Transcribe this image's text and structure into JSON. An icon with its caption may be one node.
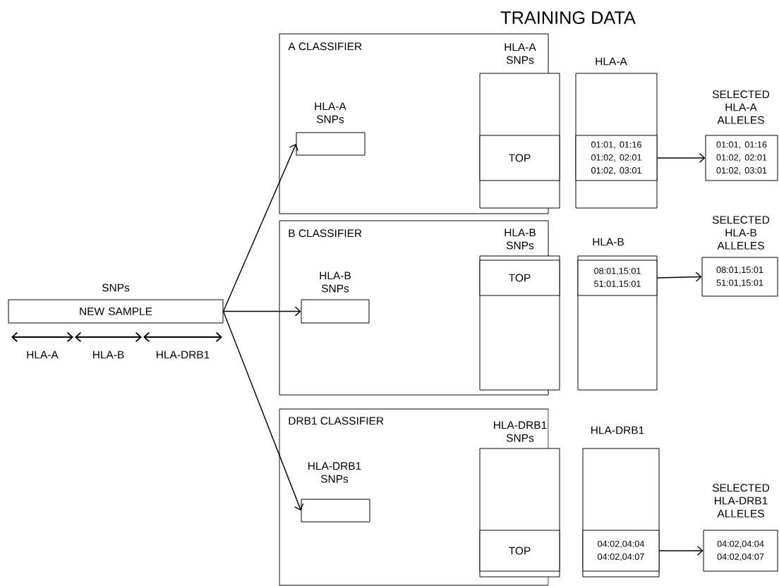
{
  "diagram": {
    "title": "TRAINING DATA",
    "nodes": [
      {
        "text": [
          "SNPs",
          "NEW SAMPLE"
        ]
      },
      {
        "text": [
          "A CLASSIFIER"
        ]
      },
      {
        "text": [
          "HLA-A SNPs"
        ],
        "in": 1
      },
      {
        "text": [
          "HLA-A SNPs"
        ],
        "in": 1
      },
      {
        "text": [
          "TOP"
        ],
        "in": 3
      },
      {
        "text": [
          "HLA-A"
        ]
      },
      {
        "text": [
          "01:01, 01:16 01:02, 02:01 01:02, 03:01"
        ],
        "in": 5
      },
      {
        "text": [
          "SELECTED HLA-A ALLELES",
          "01:01, 01:16 01:02, 02:01 01:02, 03:01"
        ]
      },
      {
        "text": [
          "B CLASSIFIER"
        ]
      },
      {
        "text": [
          "HLA-B SNPs"
        ],
        "in": 8
      },
      {
        "text": [
          "HLA-B SNPs"
        ],
        "in": 8
      },
      {
        "text": [
          "TOP"
        ],
        "in": 10
      },
      {
        "text": [
          "HLA-B"
        ]
      },
      {
        "text": [
          "08:01,15:01 51:01,15:01"
        ],
        "in": 12
      },
      {
        "text": [
          "SELECTED HLA-B ALLELES",
          "08:01,15:01 51:01,15:01"
        ]
      },
      {
        "text": [
          "DRB1 CLASSIFIER"
        ]
      },
      {
        "text": [
          "HLA-DRB1 SNPs"
        ],
        "in": 15
      },
      {
        "text": [
          "HLA-DRB1 SNPs"
        ],
        "in": 15
      },
      {
        "text": [
          "TOP"
        ],
        "in": 17
      },
      {
        "text": [
          "HLA-DRB1"
        ]
      },
      {
        "text": [
          "04:02,04:04 04:02,04:07"
        ],
        "in": 19
      },
      {
        "text": [
          "SELECTED HLA-DRB1 ALLELES",
          "04:02,04:04 04:02,04:07"
        ]
      }
    ],
    "edges": [
      {
        "from": 0,
        "to": 2,
        "arrow": "to"
      },
      {
        "from": 0,
        "to": 9,
        "arrow": "to"
      },
      {
        "from": 0,
        "to": 16,
        "arrow": "to"
      },
      {
        "from": 6,
        "to": 7,
        "arrow": "to"
      },
      {
        "from": 13,
        "to": 14,
        "arrow": "to"
      },
      {
        "from": 20,
        "to": 21,
        "arrow": "to"
      }
    ],
    "labels": [
      "HLA-A",
      "HLA-B",
      "HLA-DRB1"
    ]
  }
}
